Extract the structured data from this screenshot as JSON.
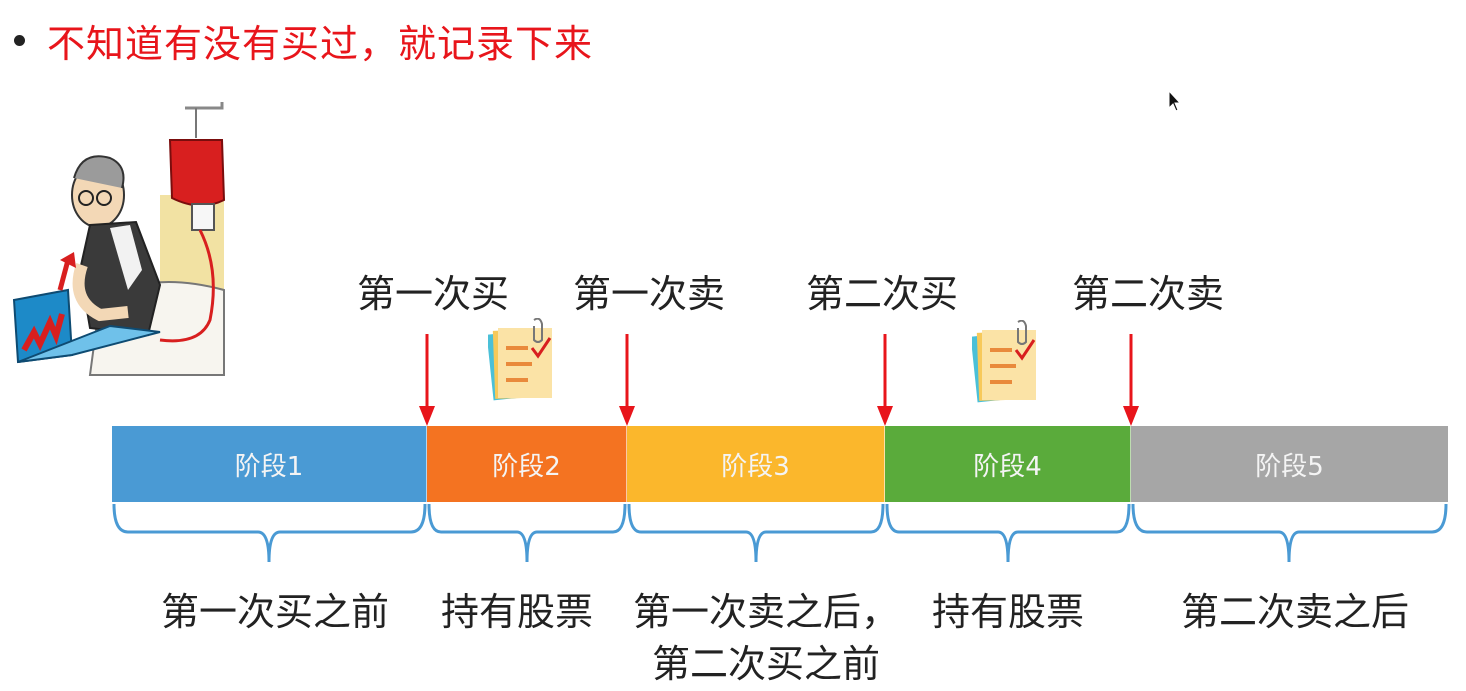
{
  "bullet": {
    "text": "不知道有没有买过，就记录下来",
    "color": "#e8151b"
  },
  "events": [
    {
      "label": "第一次买"
    },
    {
      "label": "第一次卖"
    },
    {
      "label": "第二次买"
    },
    {
      "label": "第二次卖"
    }
  ],
  "stages": [
    {
      "label": "阶段1",
      "color": "#4a9ad4"
    },
    {
      "label": "阶段2",
      "color": "#f47321"
    },
    {
      "label": "阶段3",
      "color": "#fbb72c"
    },
    {
      "label": "阶段4",
      "color": "#5aab3b"
    },
    {
      "label": "阶段5",
      "color": "#a6a6a6"
    }
  ],
  "periods": [
    {
      "line1": "第一次买之前",
      "line2": ""
    },
    {
      "line1": "持有股票",
      "line2": ""
    },
    {
      "line1": "第一次卖之后，",
      "line2": "第二次买之前"
    },
    {
      "line1": "持有股票",
      "line2": ""
    },
    {
      "line1": "第二次卖之后",
      "line2": ""
    }
  ],
  "icons": {
    "illustration": "man-at-laptop-with-iv-bag-illustration",
    "note": "checklist-note-icon",
    "arrow": "down-arrow-icon",
    "cursor": "mouse-pointer-icon"
  },
  "colors": {
    "arrow": "#e8151b",
    "brace": "#4a9ad4"
  }
}
